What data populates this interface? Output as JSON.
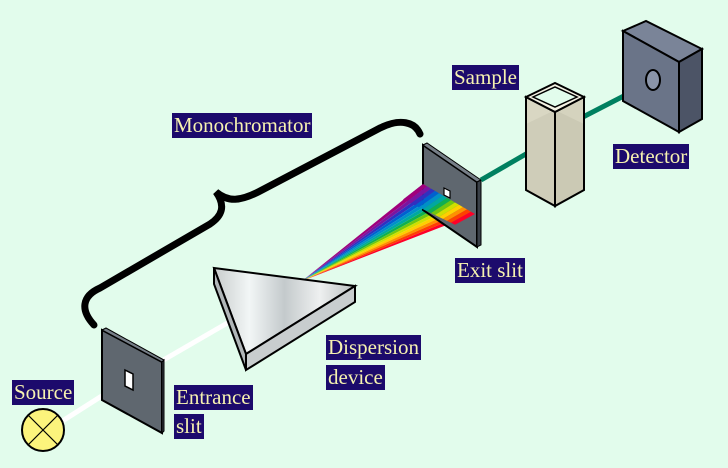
{
  "title": "Monochromator spectrophotometer schematic",
  "labels": {
    "source": "Source",
    "entrance_slit_1": "Entrance",
    "entrance_slit_2": "slit",
    "dispersion_1": "Dispersion",
    "dispersion_2": "device",
    "monochromator": "Monochromator",
    "exit_slit": "Exit slit",
    "sample": "Sample",
    "detector": "Detector"
  },
  "colors": {
    "background": "#e2fcec",
    "label_bg": "#1c0a6c",
    "label_text": "#f6f2b0",
    "white_beam": "#ffffff",
    "mono_beam": "#008060",
    "source_fill": "#fcf47c",
    "slit_plate": "#5f676f",
    "detector_face": "#6a7488",
    "cuvette": "#d8d8c4"
  },
  "spectrum_colors": [
    "#a0007c",
    "#7c14a0",
    "#3030c0",
    "#0060d0",
    "#0090c8",
    "#00a8a0",
    "#10b050",
    "#70c810",
    "#d0e000",
    "#ffd000",
    "#ff9000",
    "#ff4000",
    "#ff0028"
  ]
}
